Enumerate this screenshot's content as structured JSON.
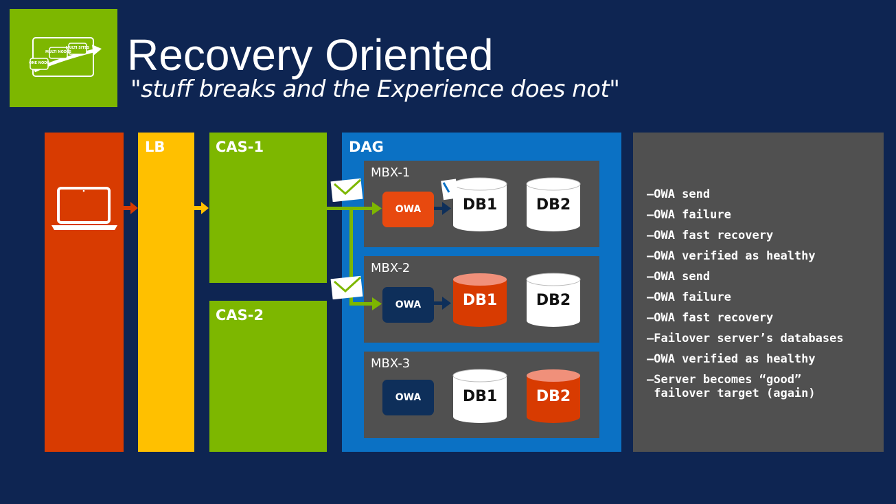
{
  "title": "Recovery Oriented",
  "subtitle": "\"stuff breaks and the Experience does not\"",
  "logo": {
    "icon": "deployment-path-icon",
    "steps": [
      "ONE NODE",
      "MULTI NODES",
      "MULTI SITES"
    ]
  },
  "columns": {
    "lb": "LB",
    "cas1": "CAS-1",
    "cas2": "CAS-2",
    "dag": "DAG"
  },
  "servers": [
    {
      "label": "MBX-1",
      "owa": "OWA",
      "owa_color": "#e8490f",
      "dbs": [
        {
          "label": "DB1",
          "state": "healthy"
        },
        {
          "label": "DB2",
          "state": "healthy"
        }
      ]
    },
    {
      "label": "MBX-2",
      "owa": "OWA",
      "owa_color": "#0e2f5a",
      "dbs": [
        {
          "label": "DB1",
          "state": "failed"
        },
        {
          "label": "DB2",
          "state": "healthy"
        }
      ]
    },
    {
      "label": "MBX-3",
      "owa": "OWA",
      "owa_color": "#0e2f5a",
      "dbs": [
        {
          "label": "DB1",
          "state": "healthy"
        },
        {
          "label": "DB2",
          "state": "failed"
        }
      ]
    }
  ],
  "status_steps": [
    "–OWA send",
    "–OWA failure",
    "–OWA fast recovery",
    "–OWA verified as healthy",
    "–OWA send",
    "–OWA failure",
    "–OWA fast recovery",
    "–Failover server’s databases",
    "–OWA verified as healthy",
    "–Server becomes “good”\n failover target (again)"
  ],
  "colors": {
    "background": "#0e2552",
    "client": "#d83b01",
    "lb": "#ffc000",
    "cas": "#7db700",
    "dag": "#0b71c4",
    "server": "#505050",
    "db_failed": "#d83b01",
    "db_failed_top": "#f0907a"
  }
}
